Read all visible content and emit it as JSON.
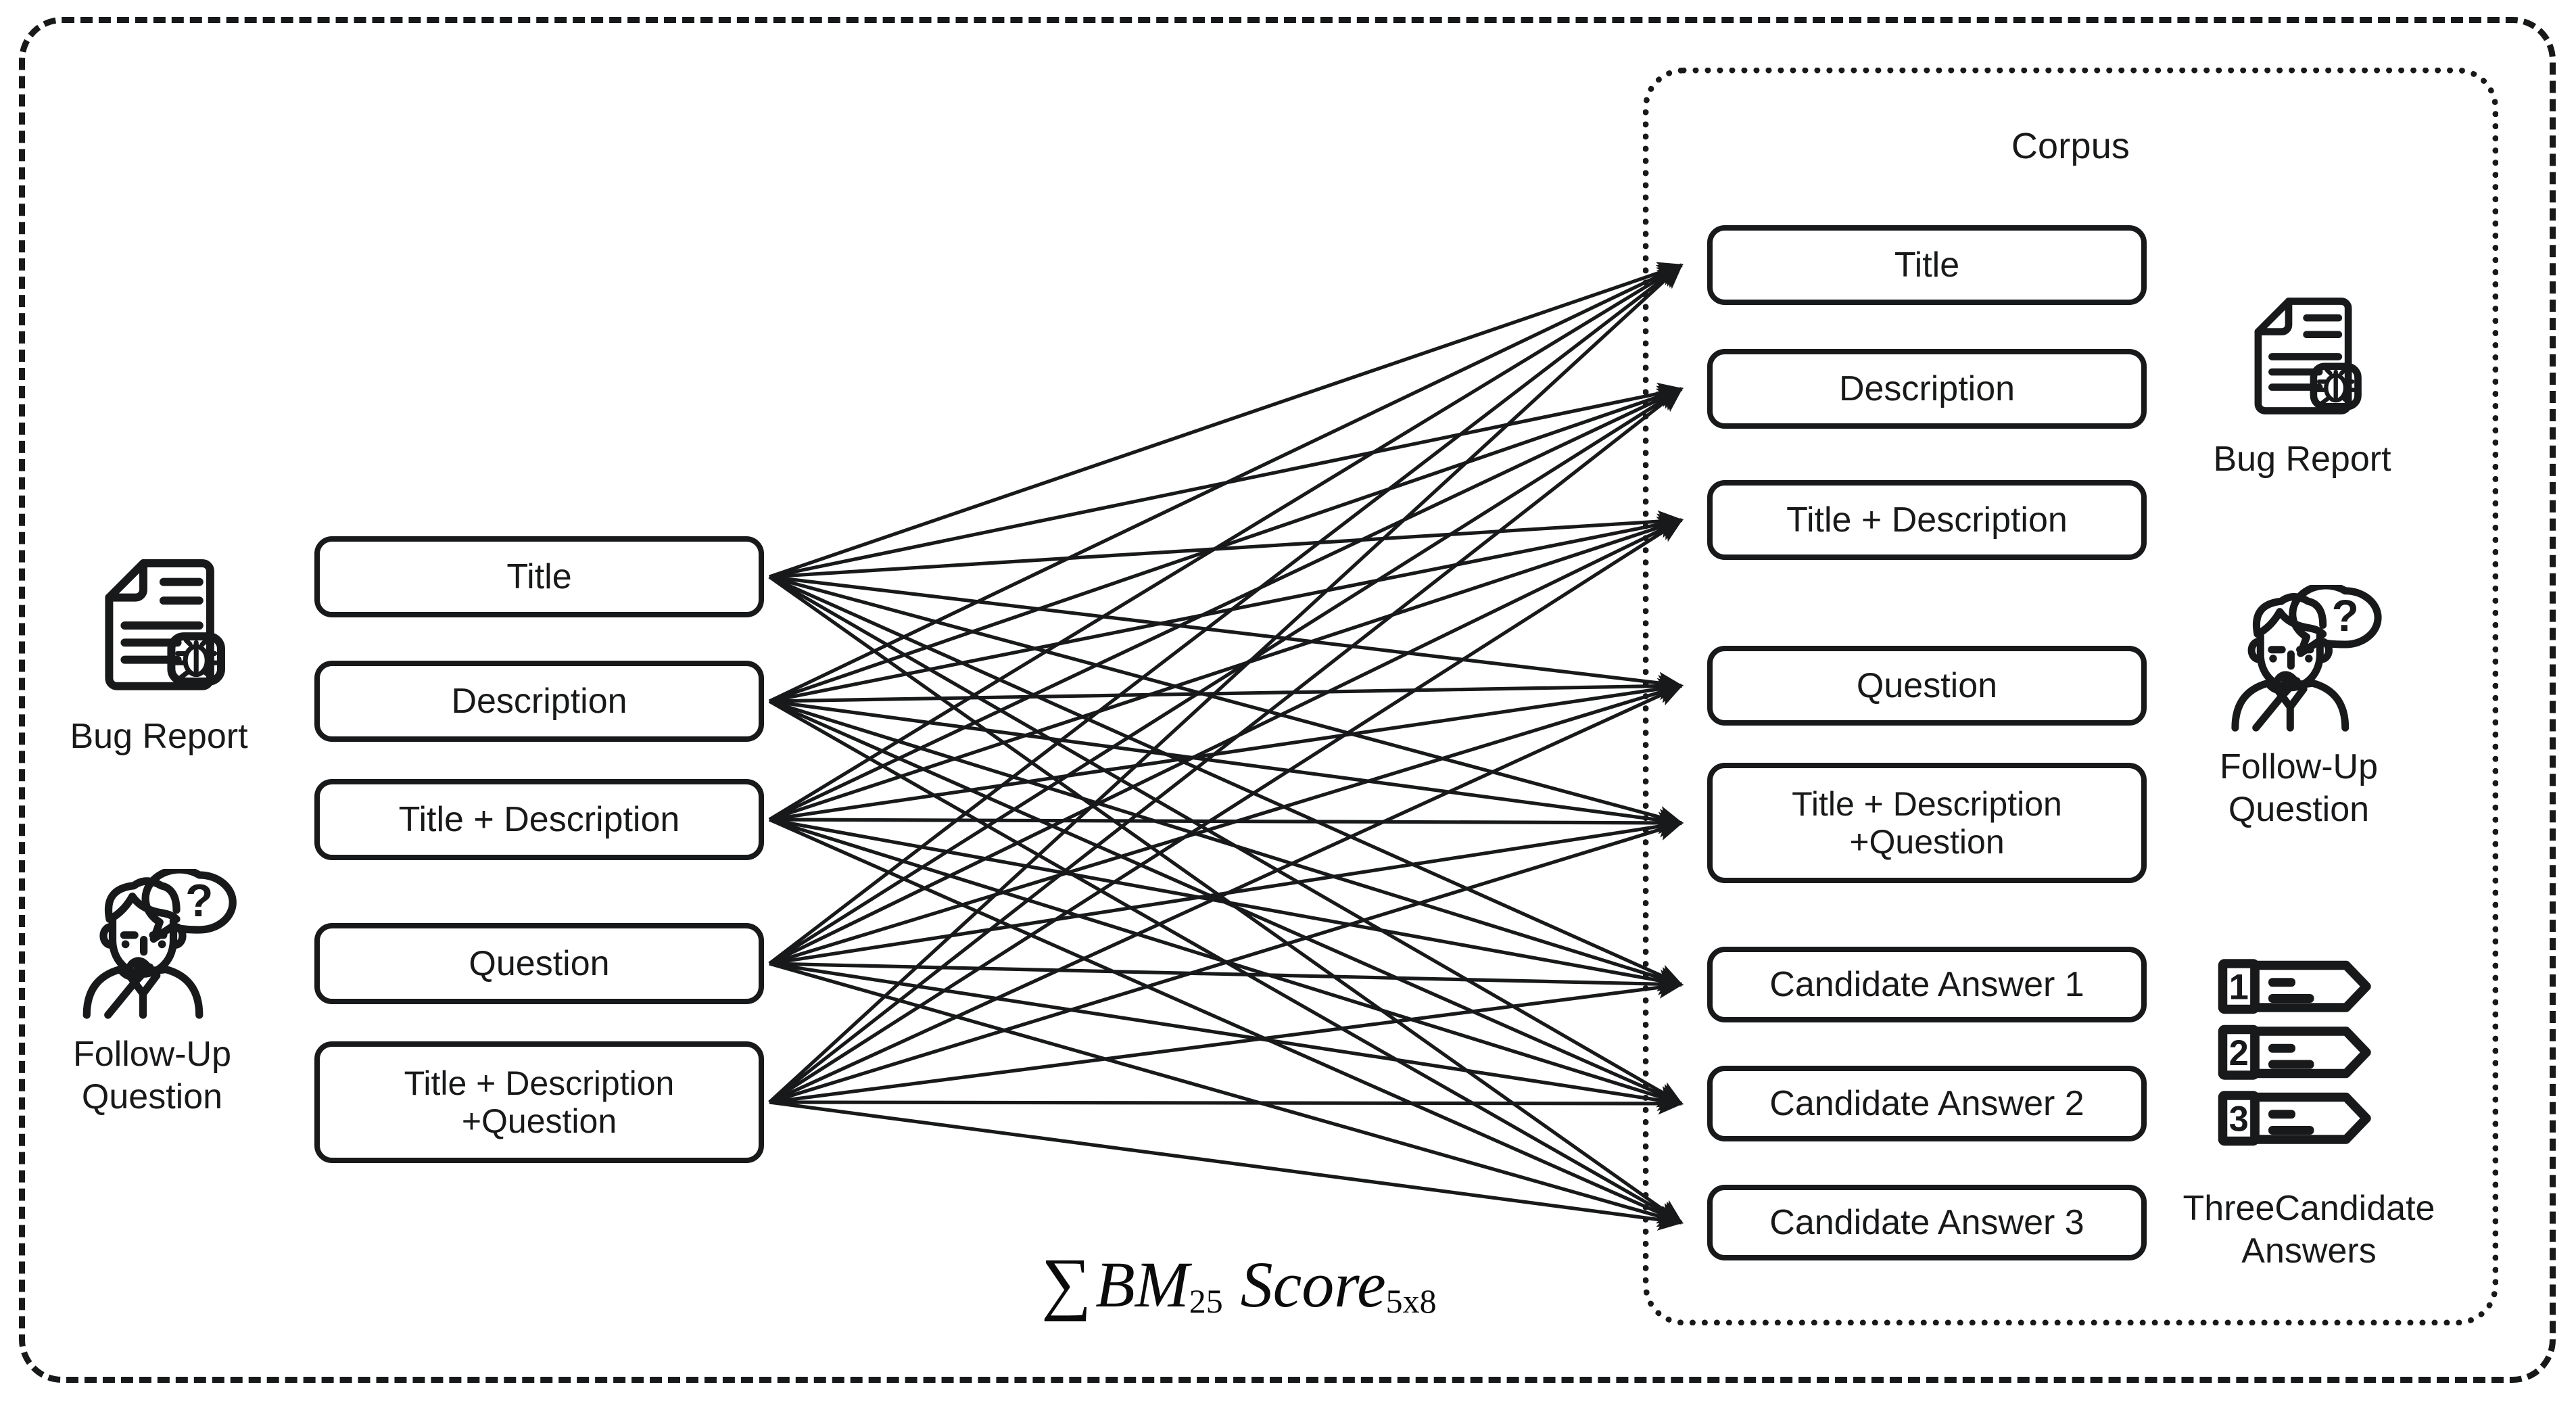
{
  "diagram": {
    "title": "BM25 bipartite retrieval scoring diagram",
    "outer_border_style": "dashed",
    "colors": {
      "stroke": "#18191a",
      "background": "#ffffff"
    }
  },
  "corpus": {
    "label": "Corpus",
    "border_style": "dotted",
    "items": [
      {
        "label": "Title"
      },
      {
        "label": "Description"
      },
      {
        "label": "Title + Description"
      },
      {
        "label": "Question"
      },
      {
        "label": "Title + Description\n+Question"
      },
      {
        "label": "Candidate Answer 1"
      },
      {
        "label": "Candidate Answer 2"
      },
      {
        "label": "Candidate Answer 3"
      }
    ]
  },
  "query": {
    "items": [
      {
        "label": "Title"
      },
      {
        "label": "Description"
      },
      {
        "label": "Title + Description"
      },
      {
        "label": "Question"
      },
      {
        "label": "Title + Description\n+Question"
      }
    ]
  },
  "left_legend": [
    {
      "icon": "bug-report-document-icon",
      "caption": "Bug Report"
    },
    {
      "icon": "follow-up-question-person-icon",
      "caption": "Follow-Up\nQuestion"
    }
  ],
  "right_legend": [
    {
      "icon": "bug-report-document-icon",
      "caption": "Bug Report"
    },
    {
      "icon": "follow-up-question-person-icon",
      "caption": "Follow-Up\nQuestion"
    },
    {
      "icon": "numbered-answer-tags-icon",
      "caption": "ThreeCandidate\nAnswers",
      "tag_numbers": [
        "1",
        "2",
        "3"
      ]
    }
  ],
  "formula": {
    "sum_symbol": "∑",
    "base": "BM",
    "subscript": "25",
    "score_word": "Score",
    "score_subscript": "5x8",
    "full_text": "∑ BM25 Score5x8"
  },
  "connections": {
    "description": "Complete bipartite graph: every query field connects to every corpus field",
    "sources": 5,
    "targets": 8,
    "edge_count": 40,
    "arrow_direction": "left-to-right"
  }
}
